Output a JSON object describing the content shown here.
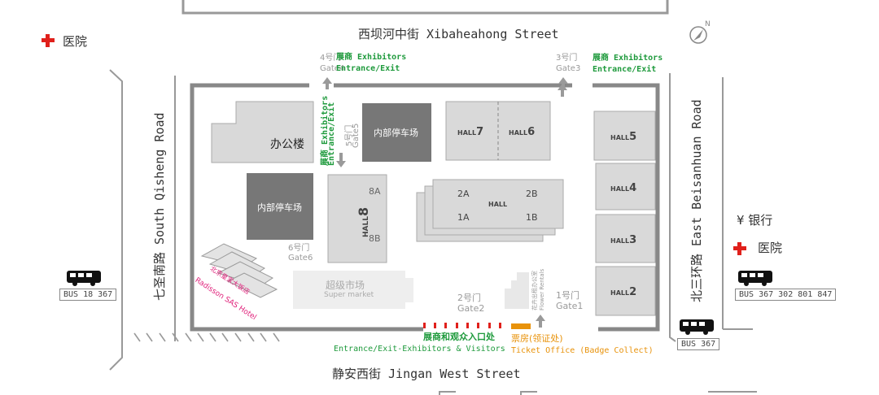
{
  "streets": {
    "north": "西坝河中街 Xibaheahong Street",
    "south": "静安西街 Jingan West Street",
    "west": "七圣南路 South Qisheng Road",
    "east": "北三环路 East Beisanhuan Road"
  },
  "gates": {
    "gate4_cn": "4号门",
    "gate4_en": "Gate4",
    "gate3_cn": "3号门",
    "gate3_en": "Gate3",
    "gate5_cn": "5号门",
    "gate5_en": "Gate5",
    "gate6_cn": "6号门",
    "gate6_en": "Gate6",
    "gate2_cn": "2号门",
    "gate2_en": "Gate2",
    "gate1_cn": "1号门",
    "gate1_en": "Gate1"
  },
  "exhibitor_labels": {
    "line1": "展商 Exhibitors",
    "line2": "Entrance/Exit"
  },
  "halls": {
    "h7": "HALL",
    "h7n": "7",
    "h6": "HALL",
    "h6n": "6",
    "h5": "HALL",
    "h5n": "5",
    "h4": "HALL",
    "h4n": "4",
    "h3": "HALL",
    "h3n": "3",
    "h2": "HALL",
    "h2n": "2",
    "h1": "HALL",
    "h1_2a": "2A",
    "h1_2b": "2B",
    "h1_1a": "1A",
    "h1_1b": "1B",
    "h8": "HALL",
    "h8n": "8",
    "h8a": "8A",
    "h8b": "8B"
  },
  "buildings": {
    "office": "办公楼",
    "parking1": "内部停车场",
    "parking2": "内部停车场",
    "supermarket_cn": "超级市场",
    "supermarket_en": "Super market",
    "hotel_cn": "北京皇家大饭店",
    "hotel_en": "Radisson SAS Hotel",
    "flower_cn": "花卉出租办公室",
    "flower_en": "Flower Rentals"
  },
  "legend": {
    "hospital_left": "医院",
    "hospital_right": "医院",
    "bank": "¥ 银行"
  },
  "bus": {
    "west": "BUS 18 367",
    "east": "BUS 367 302 801 847",
    "southeast": "BUS 367"
  },
  "entrances": {
    "main_cn": "展商和观众入口处",
    "main_en": "Entrance/Exit-Exhibitors & Visitors",
    "ticket_cn": "票房(领证处)",
    "ticket_en": "Ticket Office (Badge Collect)"
  },
  "colors": {
    "green": "#1e9a3c",
    "orange": "#e8920a",
    "red": "#e0201b",
    "hall_grey": "#d9d9d9",
    "parking_grey": "#777777"
  }
}
